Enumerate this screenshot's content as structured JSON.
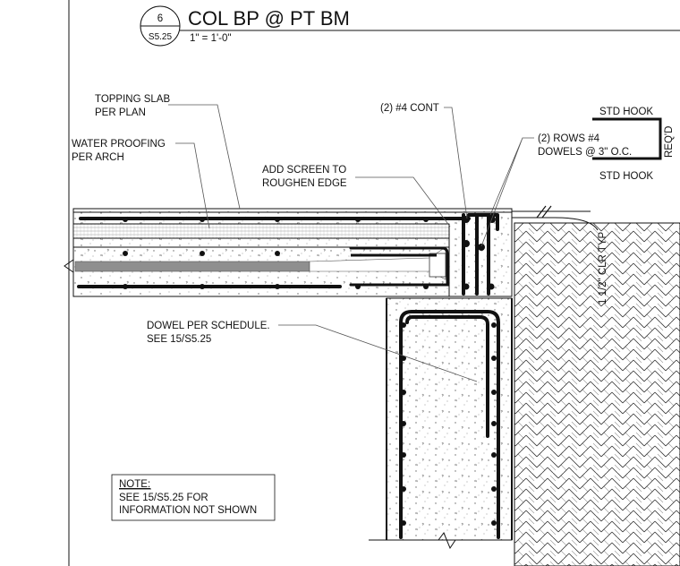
{
  "detail": {
    "number": "6",
    "sheet_ref": "S5.25",
    "title": "COL BP @ PT BM",
    "scale": "1\" = 1'-0\""
  },
  "callouts": {
    "topping_slab": [
      "TOPPING SLAB",
      "PER PLAN"
    ],
    "water_proofing": [
      "WATER PROOFING",
      "PER ARCH"
    ],
    "add_screen": [
      "ADD SCREEN TO",
      "ROUGHEN EDGE"
    ],
    "cont_bars": "(2) #4 CONT",
    "dowels": [
      "(2) ROWS #4",
      "DOWELS @ 3\" O.C."
    ],
    "std_hook_top": "STD HOOK",
    "std_hook_bottom": "STD HOOK",
    "reqd": "REQ'D",
    "clearance": "1 1/2\" CLR TYP",
    "dowel_schedule": [
      "DOWEL PER SCHEDULE.",
      "SEE 15/S5.25"
    ]
  },
  "note": {
    "heading": "NOTE:",
    "lines": [
      "SEE 15/S5.25 FOR",
      "INFORMATION NOT SHOWN"
    ]
  }
}
